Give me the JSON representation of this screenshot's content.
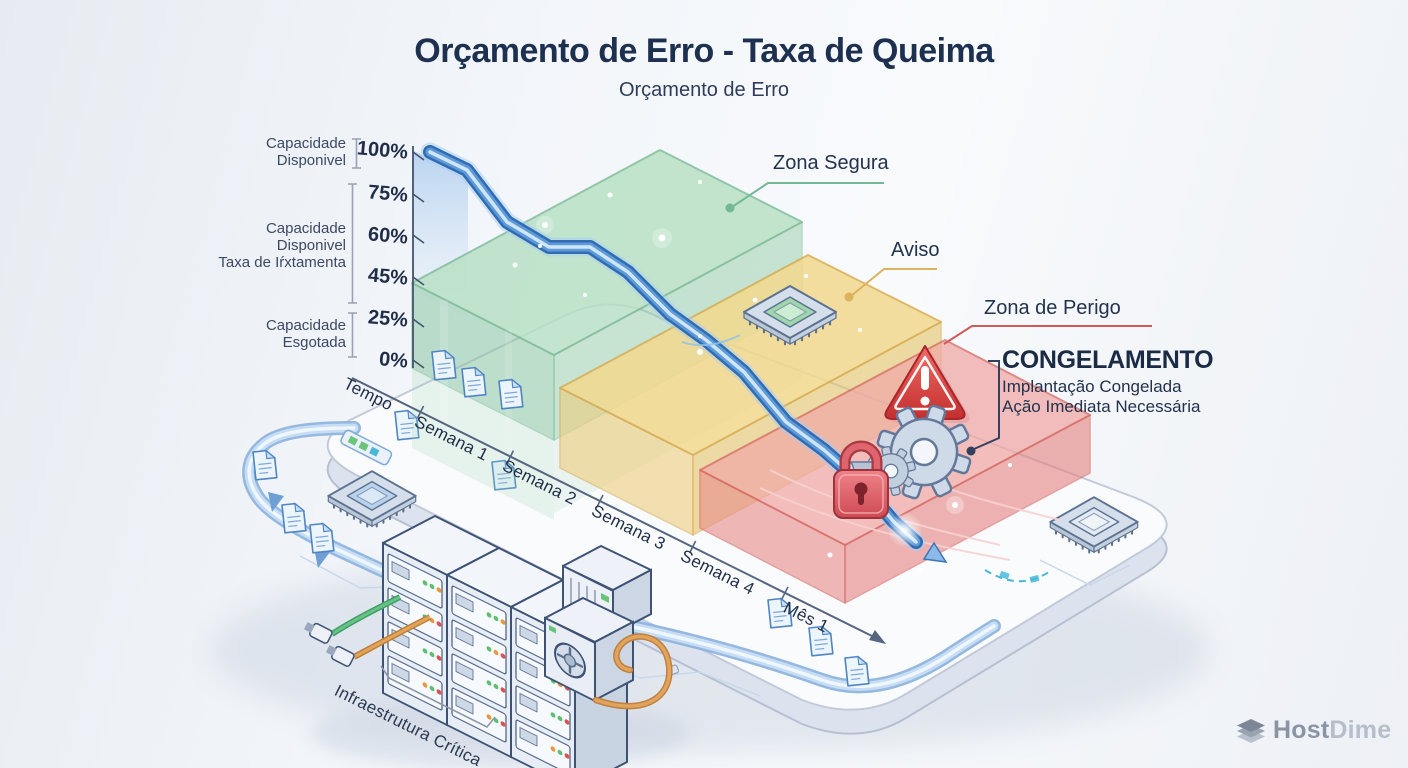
{
  "header": {
    "title": "Orçamento de Erro - Taxa de Queima",
    "subtitle": "Orçamento de Erro"
  },
  "y_axis": {
    "ticks": [
      "100%",
      "75%",
      "60%",
      "45%",
      "25%",
      "0%"
    ],
    "groups": [
      {
        "line1": "Capacidade",
        "line2": "Disponivel"
      },
      {
        "line1": "Capacidade",
        "line2": "Disponivel",
        "line3": "Taxa de Iŕxtamenta"
      },
      {
        "line1": "Capacidade",
        "line2": "Esgotada"
      }
    ]
  },
  "x_axis": {
    "labels": [
      "Tempo",
      "Semana 1",
      "Semana 2",
      "Semana 3",
      "Semana 4",
      "Mês 1"
    ]
  },
  "zones": {
    "safe": {
      "label": "Zona Segura",
      "color": "#74b896"
    },
    "warning": {
      "label": "Aviso",
      "color": "#ddb25c"
    },
    "danger": {
      "label": "Zona de Perigo",
      "color": "#cf5a58"
    }
  },
  "freeze": {
    "title": "CONGELAMENTO",
    "line1": "Implantação Congelada",
    "line2": "Ação Imediata Necessária"
  },
  "infrastructure": {
    "label": "Infraestrutura Crítica"
  },
  "logo": {
    "part1": "Host",
    "part2": "Dime"
  }
}
